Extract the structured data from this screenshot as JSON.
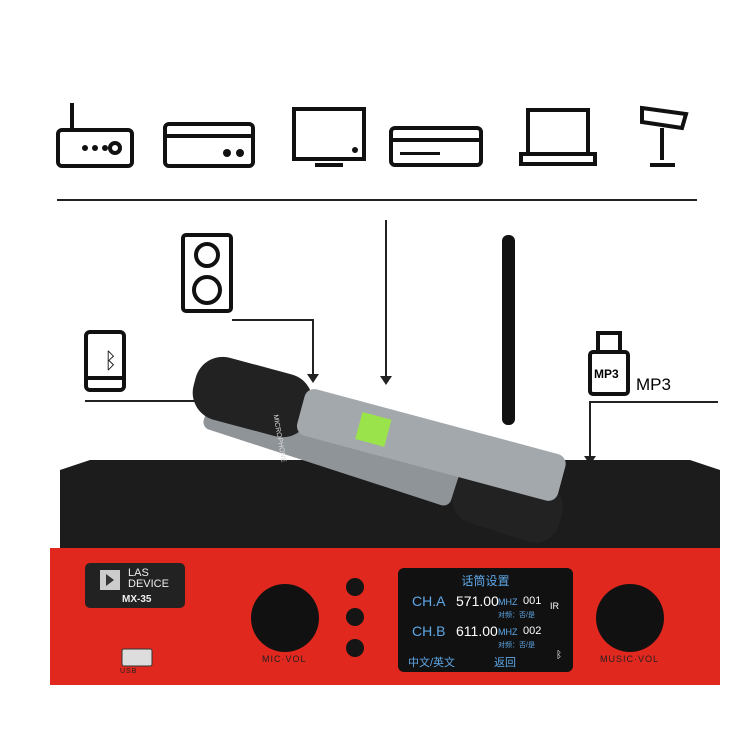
{
  "brand": {
    "name_line1": "LAS",
    "name_line2": "DEVICE",
    "model": "MX-35"
  },
  "labels": {
    "usb": "USB",
    "mic_vol": "MIC·VOL",
    "music_vol": "MUSIC·VOL",
    "mp3_badge": "MP3",
    "mp3_text": "MP3",
    "mic_text": "MICROPHONE"
  },
  "screen": {
    "title": "话筒设置",
    "channels": [
      {
        "name": "CH.A",
        "freq": "571.00",
        "unit": "MHZ",
        "num": "001",
        "pair": "对频：否/是"
      },
      {
        "name": "CH.B",
        "freq": "611.00",
        "unit": "MHZ",
        "num": "002",
        "pair": "对频：否/是"
      }
    ],
    "ir": "IR",
    "lang": "中文/英文",
    "back": "返回"
  },
  "colors": {
    "front": "#e0281e",
    "body": "#1c1c1c",
    "accent": "#5fa8e8"
  }
}
